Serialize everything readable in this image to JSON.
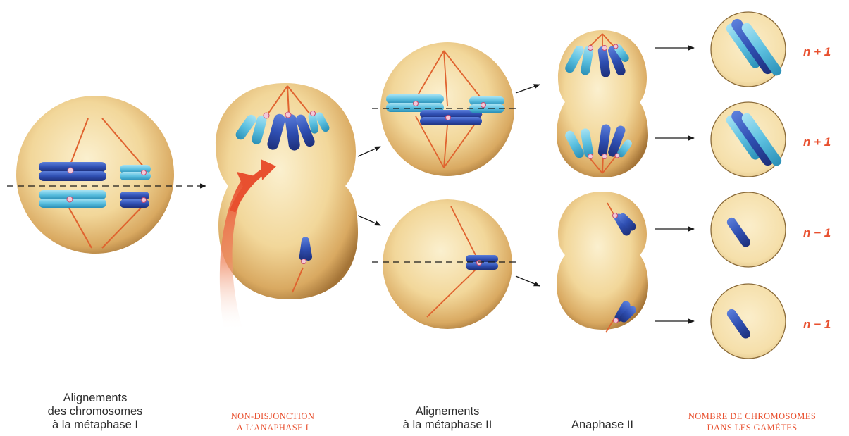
{
  "colors": {
    "accent": "#e8502f",
    "cell_fill": "#f2d79a",
    "chrom_dark": "#2f4fb2",
    "chrom_light": "#5cc0e0",
    "text": "#2b2b2b"
  },
  "captions": {
    "metaphase1": [
      "Alignements",
      "des chromosomes",
      "à la métaphase I"
    ],
    "nondisjunction": [
      "non-disjonction",
      "à l’anaphase I"
    ],
    "metaphase2": [
      "Alignements",
      "à la métaphase II"
    ],
    "anaphase2": [
      "Anaphase II"
    ],
    "gametes_count": [
      "nombre de chromosomes",
      "dans les gamètes"
    ]
  },
  "gamete_labels": [
    "n + 1",
    "n + 1",
    "n − 1",
    "n − 1"
  ]
}
